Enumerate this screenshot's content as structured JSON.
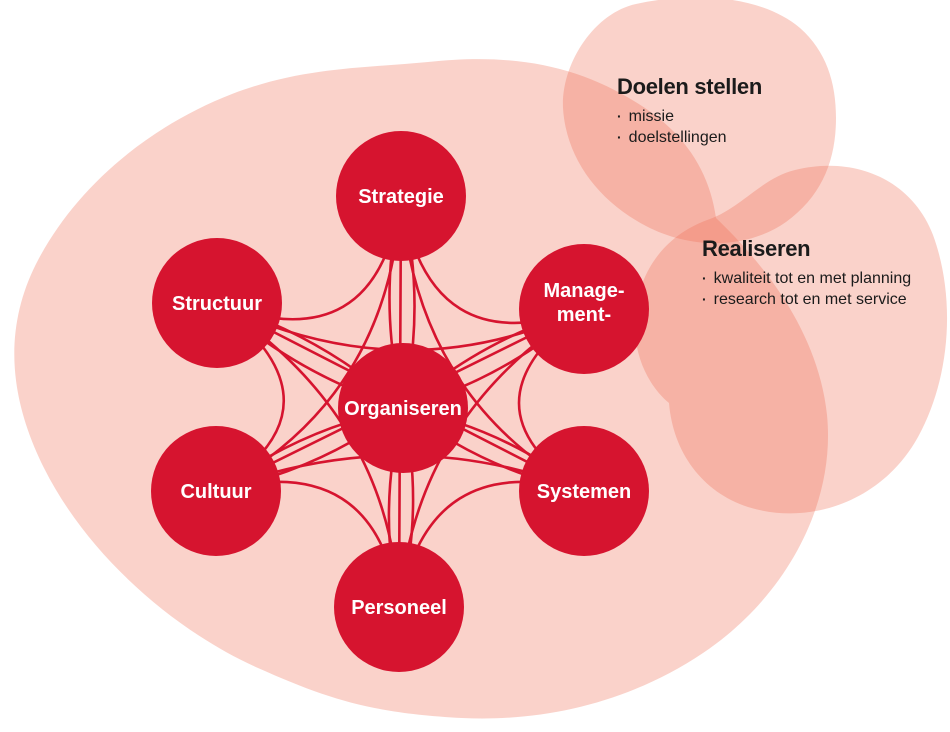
{
  "diagram": {
    "center_node": {
      "label": "Organiseren"
    },
    "nodes": {
      "strategie": {
        "label": "Strategie"
      },
      "structuur": {
        "label": "Structuur"
      },
      "management": {
        "label_line1": "Manage-",
        "label_line2": "ment-"
      },
      "cultuur": {
        "label": "Cultuur"
      },
      "systemen": {
        "label": "Systemen"
      },
      "personeel": {
        "label": "Personeel"
      }
    },
    "colors": {
      "node_red": "#d6142f",
      "line_red": "#d6142f",
      "blob_salmon": "rgba(240,105,80,0.30)",
      "label_white": "#ffffff",
      "text_black": "#1b1b1b"
    }
  },
  "annotations": {
    "bullet_char": "·",
    "doelen": {
      "title": "Doelen stellen",
      "items": [
        "missie",
        "doelstellingen"
      ]
    },
    "realiseren": {
      "title": "Realiseren",
      "items": [
        "kwaliteit tot en met planning",
        "research tot en met service"
      ]
    }
  }
}
